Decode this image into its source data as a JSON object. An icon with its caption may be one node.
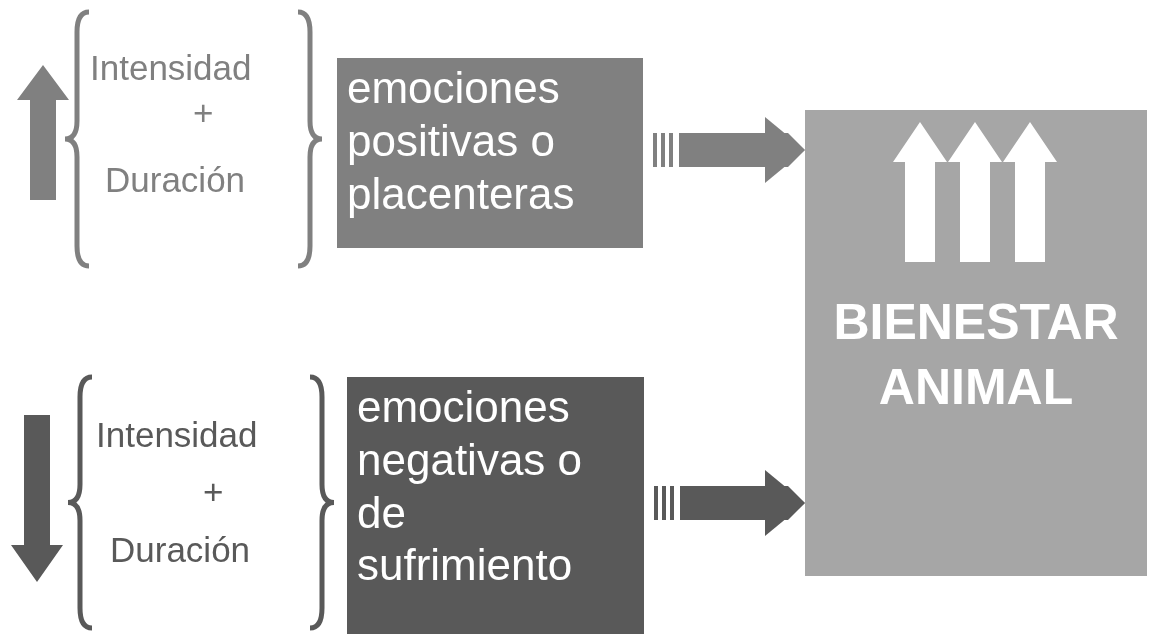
{
  "diagram": {
    "nodes": [
      {
        "text": [
          "emociones positivas o placenteras"
        ]
      },
      {
        "text": [
          "emociones negativas o de sufrimiento"
        ]
      },
      {
        "text": [
          "BIENESTAR ANIMAL"
        ]
      }
    ],
    "edges": [
      {
        "from": 0,
        "to": 2,
        "arrow": "to",
        "color": "#808080"
      },
      {
        "from": 1,
        "to": 2,
        "arrow": "to",
        "color": "#595959"
      }
    ],
    "labels": [
      "Intensidad",
      "+",
      "Duración",
      "Intensidad",
      "+",
      "Duración"
    ]
  }
}
